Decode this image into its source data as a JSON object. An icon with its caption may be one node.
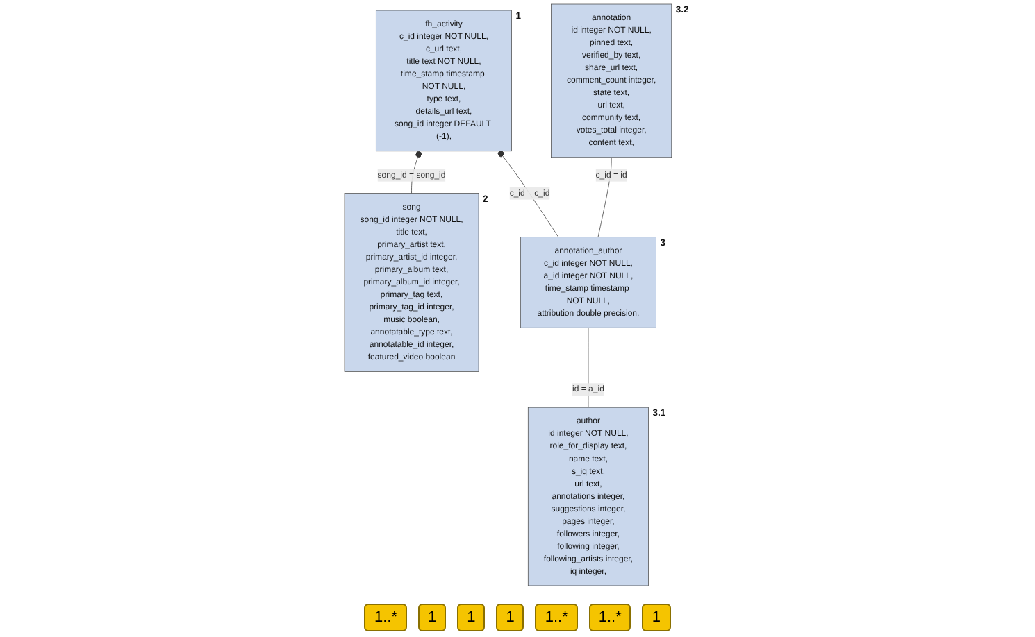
{
  "diagram": {
    "nodes": [
      {
        "text": [
          "fh_activity",
          "c_id integer NOT NULL, c_url text, title text NOT NULL, time_stamp timestamp NOT NULL, type text, details_url text, song_id integer DEFAULT (-1),"
        ],
        "beside": [
          "1"
        ]
      },
      {
        "text": [
          "author",
          "id integer NOT NULL, role_for_display text, name text, s_iq text, url text, annotations integer, suggestions integer, pages integer, followers integer, following integer, following_artists integer, iq integer,"
        ],
        "beside": [
          "3.1"
        ]
      },
      {
        "text": [
          "annotation_author",
          "c_id integer NOT NULL, a_id integer NOT NULL, time_stamp timestamp NOT NULL, attribution double precision,"
        ],
        "beside": [
          "3"
        ]
      },
      {
        "text": [
          "annotation",
          "id integer NOT NULL, pinned text, verified_by text, share_url text, comment_count integer, state text, url text, community text, votes_total integer, content text,"
        ],
        "beside": [
          "3.2"
        ]
      },
      {
        "text": [
          "song",
          "song_id integer NOT NULL, title text, primary_artist text, primary_artist_id integer, primary_album text, primary_album_id integer, primary_tag text, primary_tag_id integer, music boolean, annotatable_type text, annotatable_id integer, featured_video boolean"
        ],
        "beside": [
          "2"
        ]
      }
    ],
    "edges": [
      {
        "from": 0,
        "to": 2,
        "arrow": "other",
        "label": "c_id = c_id"
      },
      {
        "from": 0,
        "to": 4,
        "arrow": "other",
        "label": "song_id = song_id"
      },
      {
        "from": 1,
        "to": 2,
        "arrow": "none",
        "label": "id = a_id"
      },
      {
        "from": 2,
        "to": 3,
        "arrow": "none",
        "label": "c_id = id"
      }
    ],
    "labels": [
      "1..*",
      "1",
      "1",
      "1",
      "1..*",
      "1..*",
      "1"
    ]
  }
}
